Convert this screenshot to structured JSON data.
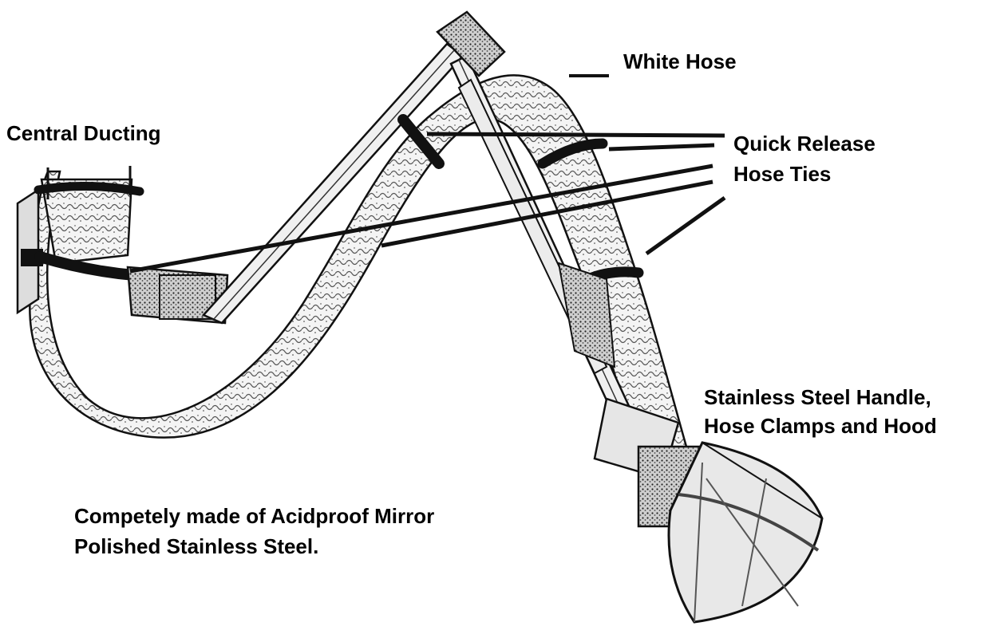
{
  "labels": {
    "central_ducting": "Central Ducting",
    "white_hose": "White Hose",
    "quick_release_line1": "Quick Release",
    "quick_release_line2": "Hose Ties",
    "handle_line1": "Stainless Steel Handle,",
    "handle_line2": "Hose Clamps and Hood",
    "description_line1": "Competely made of Acidproof Mirror",
    "description_line2": "Polished Stainless Steel."
  },
  "colors": {
    "ink": "#000000",
    "hose": "#f3f3f3",
    "background": "#ffffff"
  }
}
